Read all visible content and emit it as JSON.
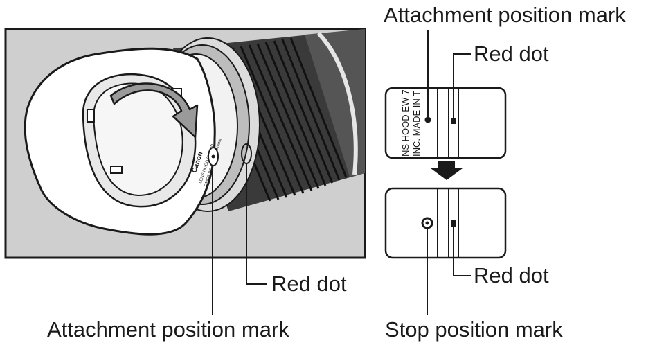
{
  "labels": {
    "attachment_mark_top": "Attachment position mark",
    "red_dot_top": "Red dot",
    "red_dot_middle": "Red dot",
    "red_dot_bottom": "Red dot",
    "attachment_mark_bottom": "Attachment position mark",
    "stop_mark": "Stop position mark"
  },
  "hood_print": {
    "line1": "NS HOOD EW-7",
    "line2": "INC.  MADE IN T",
    "brand": "Canon"
  },
  "colors": {
    "background_panel": "#cfcfcf",
    "line": "#1a1a1a",
    "hood": "#ffffff"
  },
  "icons": [
    "rotation-arrow-icon",
    "down-arrow-icon",
    "attachment-mark-icon",
    "stop-mark-icon",
    "red-dot-icon"
  ]
}
